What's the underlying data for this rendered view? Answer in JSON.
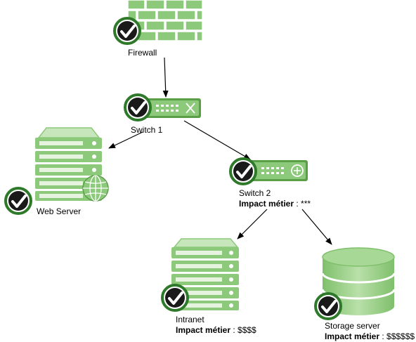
{
  "nodes": {
    "firewall": {
      "name": "Firewall"
    },
    "switch1": {
      "name": "Switch 1"
    },
    "switch2": {
      "name": "Switch 2",
      "impact_label": "Impact métier",
      "impact_value": " : ***"
    },
    "web_server": {
      "name": "Web Server"
    },
    "intranet": {
      "name": "Intranet",
      "impact_label": "Impact métier",
      "impact_value": " : $$$$"
    },
    "storage": {
      "name": "Storage server",
      "impact_label": "Impact métier",
      "impact_value": " : $$$$$$"
    }
  },
  "status_icon": "check-circle-icon",
  "colors": {
    "device_green": "#8cc97a",
    "device_light": "#c8e6bc",
    "device_dark": "#5a9e48",
    "check_ring": "#2f7a2a",
    "arrow": "#000000"
  }
}
